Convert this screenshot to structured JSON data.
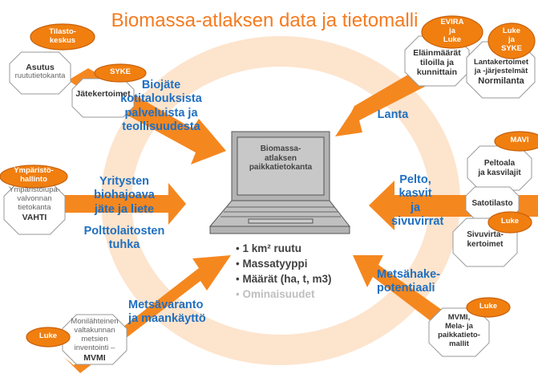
{
  "title": "Biomassa-atlaksen  data ja tietomalli",
  "colors": {
    "accent": "#f5871f",
    "ring": "#fde4cd",
    "flow_text": "#1f6fc1"
  },
  "center": {
    "screen_text": [
      "Biomassa-",
      "atlaksen",
      "paikkatietokanta"
    ],
    "bullets": [
      "1 km² ruutu",
      "Massatyyppi",
      "Määrät  (ha, t, m3)",
      "Ominaisuudet"
    ]
  },
  "flows": {
    "biojate": [
      "Biojäte",
      "kotitalouksista",
      "palveluista  ja",
      "teollisuudesta"
    ],
    "yritysten": [
      "Yritysten",
      "biohajoava",
      "jäte ja liete"
    ],
    "polttolaitosten": [
      "Polttolaitosten",
      "tuhka"
    ],
    "metsavaranto": [
      "Metsävaranto",
      "ja maankäyttö"
    ],
    "lanta": "Lanta",
    "pelto": [
      "Pelto,",
      "kasvit",
      "ja",
      "sivuvirrat"
    ],
    "metsahake": [
      "Metsähake-",
      "potentiaali"
    ]
  },
  "sources": [
    {
      "org": [
        "Tilasto-",
        "keskus"
      ],
      "title": "Asutus",
      "subtitle": "ruututietokanta"
    },
    {
      "org": [
        "SYKE"
      ],
      "title": "Jätekertoimet"
    },
    {
      "org": [
        "Ympäristö-",
        "hallinto"
      ],
      "lines": [
        "Ympäristölupa-",
        "valvonnan",
        "tietokanta"
      ],
      "title": "VAHTI"
    },
    {
      "org": [
        "Luke"
      ],
      "lines": [
        "Monilähteinen",
        "valtakunnan",
        "metsien",
        "inventointi –"
      ],
      "title": "MVMI"
    },
    {
      "org": [
        "EVIRA",
        "ja",
        "Luke"
      ],
      "lines": [
        "Eläinmäärät",
        "tiloilla  ja",
        "kunnittain"
      ]
    },
    {
      "org": [
        "Luke",
        "ja",
        "SYKE"
      ],
      "lines": [
        "Lantakertoimet",
        "ja -järjestelmät"
      ],
      "title": "Normilanta"
    },
    {
      "org": [
        "MAVI"
      ],
      "lines": [
        "Peltoala",
        "ja kasvilajit"
      ]
    },
    {
      "title": "Satotilasto"
    },
    {
      "org": [
        "Luke"
      ],
      "lines": [
        "Sivuvirta-",
        "kertoimet"
      ]
    },
    {
      "org": [
        "Luke"
      ],
      "lines": [
        "MVMI,",
        "Mela- ja",
        "paikkatieto-",
        "mallit"
      ]
    }
  ]
}
